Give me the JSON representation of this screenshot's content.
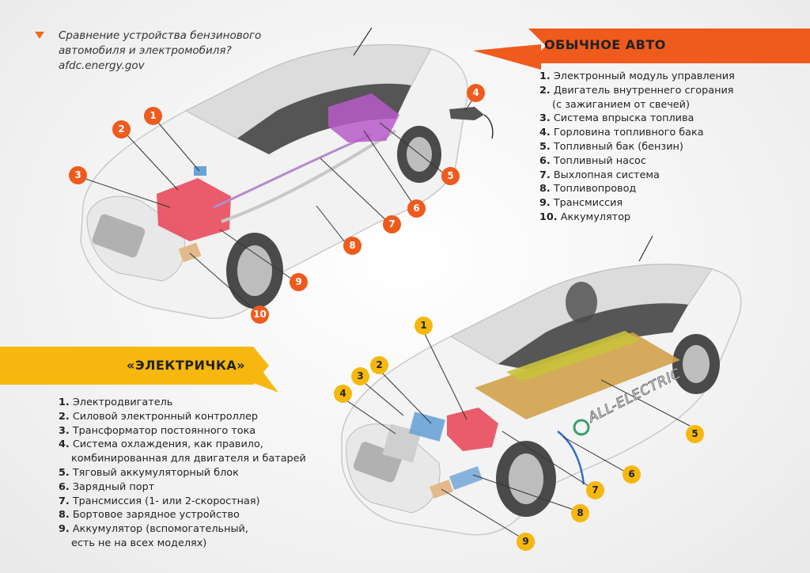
{
  "source": {
    "lines": [
      "Сравнение устройства бензинового",
      "автомобиля и электромобиля?",
      "afdc.energy.gov"
    ]
  },
  "colors": {
    "orange": "#ef5a1d",
    "yellow": "#f6b80e",
    "fuel_purple": "#b85bc9",
    "engine_red": "#e94b5c"
  },
  "gas_car": {
    "banner": "ОБЫЧНОЕ АВТО",
    "items": [
      {
        "num": "1.",
        "text": "Электронный модуль управления"
      },
      {
        "num": "2.",
        "text": "Двигатель внутреннего сгорания",
        "cont": "(с зажиганием от свечей)"
      },
      {
        "num": "3.",
        "text": "Система впрыска топлива"
      },
      {
        "num": "4.",
        "text": "Горловина топливного бака"
      },
      {
        "num": "5.",
        "text": "Топливный бак (бензин)"
      },
      {
        "num": "6.",
        "text": "Топливный насос"
      },
      {
        "num": "7.",
        "text": "Выхлопная система"
      },
      {
        "num": "8.",
        "text": "Топливопровод"
      },
      {
        "num": "9.",
        "text": "Трансмиссия"
      },
      {
        "num": "10.",
        "text": "Аккумулятор"
      }
    ],
    "callouts": [
      "1",
      "2",
      "3",
      "4",
      "5",
      "6",
      "7",
      "8",
      "9",
      "10"
    ]
  },
  "electric_car": {
    "banner": "«ЭЛЕКТРИЧКА»",
    "side_text": "ALL-ELECTRIC",
    "items": [
      {
        "num": "1.",
        "text": " Электродвигатель"
      },
      {
        "num": "2.",
        "text": "Силовой электронный контроллер"
      },
      {
        "num": "3.",
        "text": "Трансформатор постоянного тока"
      },
      {
        "num": "4.",
        "text": "Система охлаждения, как правило,",
        "cont": "комбинированная для двигателя и батарей"
      },
      {
        "num": "5.",
        "text": "Тяговый аккумуляторный блок"
      },
      {
        "num": "6.",
        "text": "Зарядный порт"
      },
      {
        "num": "7.",
        "text": "Трансмиссия (1- или 2-скоростная)"
      },
      {
        "num": "8.",
        "text": "Бортовое зарядное устройство"
      },
      {
        "num": "9.",
        "text": "Аккумулятор (вспомогательный,",
        "cont": "есть не на всех моделях)"
      }
    ],
    "callouts": [
      "1",
      "2",
      "3",
      "4",
      "5",
      "6",
      "7",
      "8",
      "9"
    ]
  }
}
